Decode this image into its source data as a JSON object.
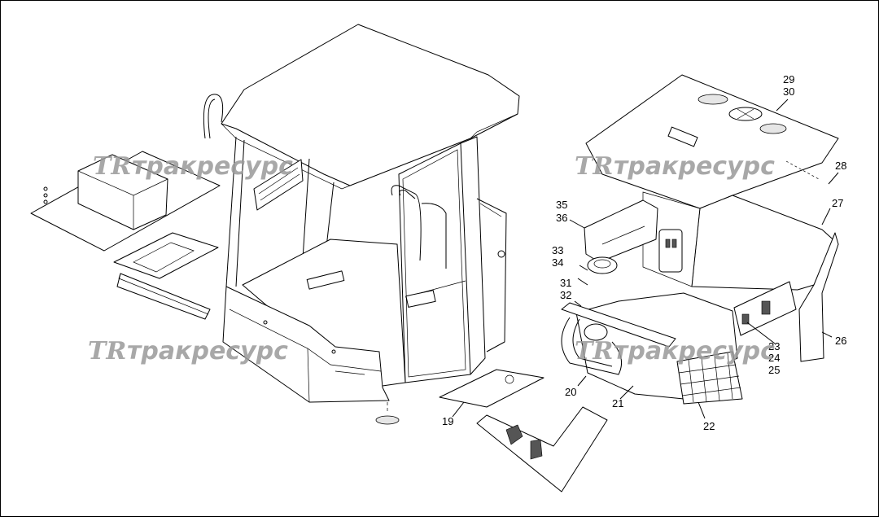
{
  "watermark": {
    "logo": "TR",
    "text": "тракресурс"
  },
  "callouts": {
    "c19": "19",
    "c20": "20",
    "c21": "21",
    "c22": "22",
    "c23": "23",
    "c24": "24",
    "c25": "25",
    "c26": "26",
    "c27": "27",
    "c28": "28",
    "c29": "29",
    "c30": "30",
    "c31": "31",
    "c32": "32",
    "c33": "33",
    "c34": "34",
    "c35": "35",
    "c36": "36"
  }
}
